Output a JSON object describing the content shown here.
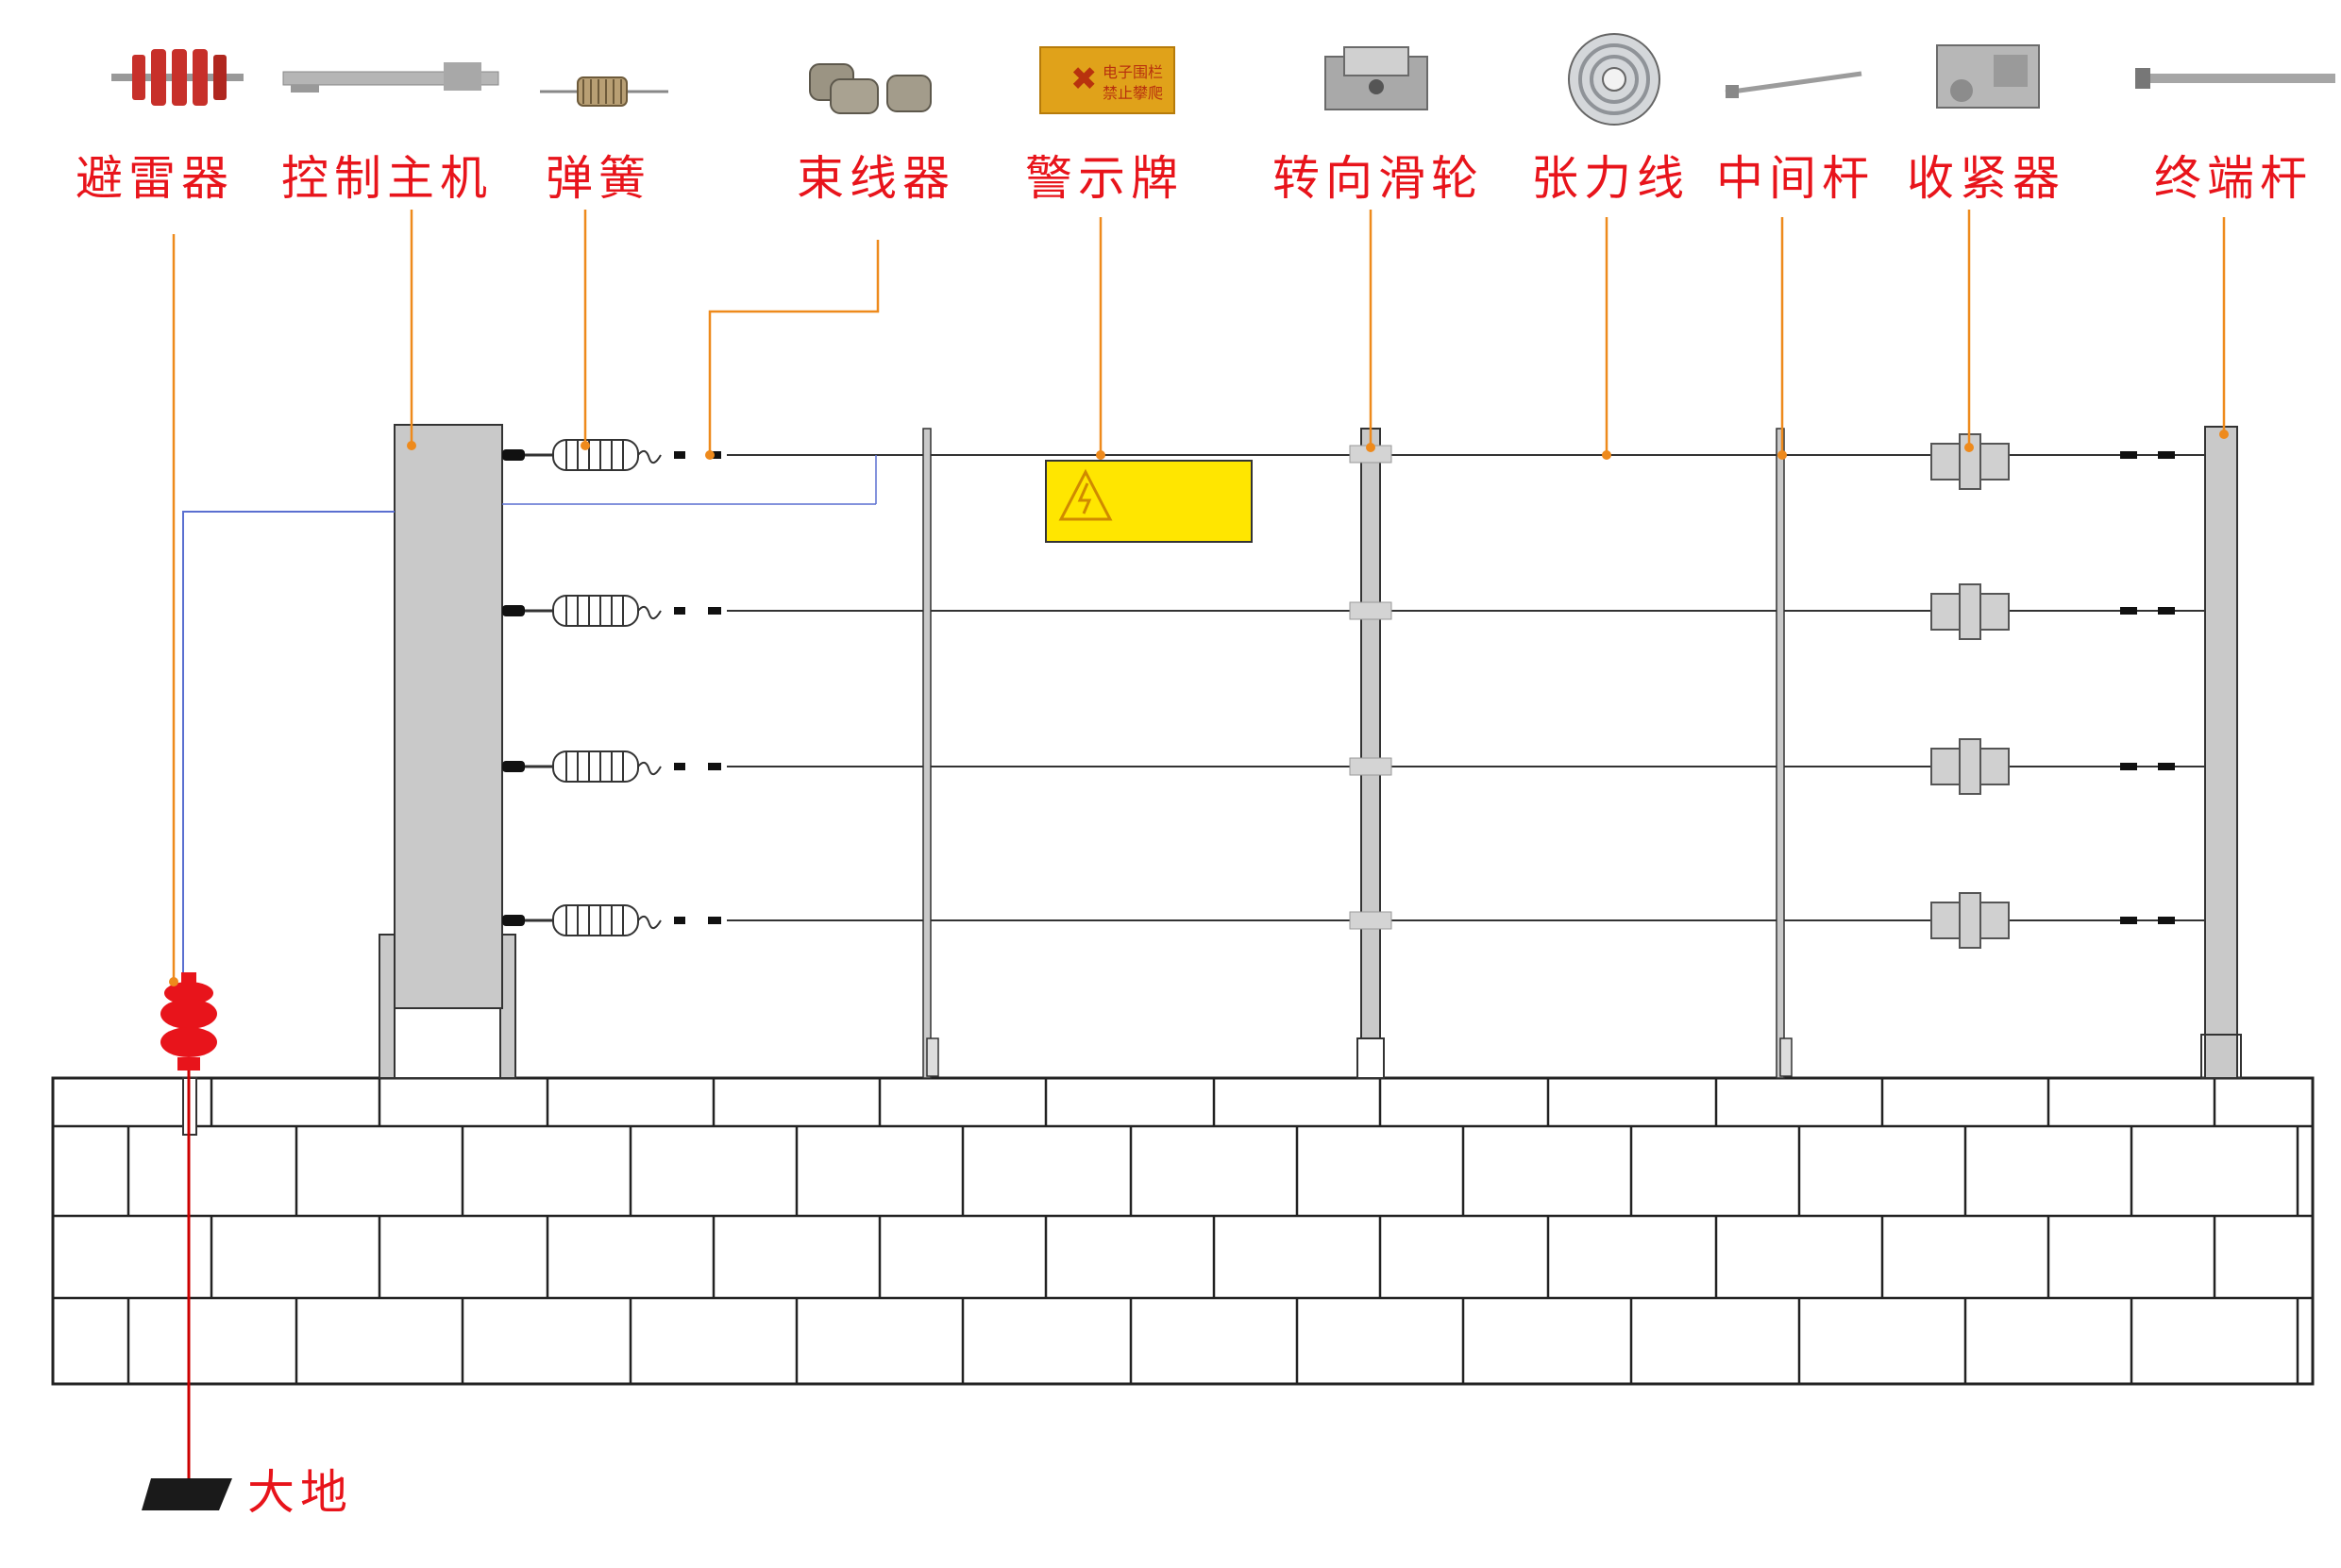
{
  "components": [
    {
      "id": "arrester",
      "label": "避雷器",
      "icon": "lightning-arrester-icon"
    },
    {
      "id": "controller",
      "label": "控制主机",
      "icon": "controller-bar-icon"
    },
    {
      "id": "spring",
      "label": "弹簧",
      "icon": "spring-icon"
    },
    {
      "id": "binder",
      "label": "束线器",
      "icon": "wire-clamp-icon"
    },
    {
      "id": "sign",
      "label": "警示牌",
      "icon": "warning-sign-icon"
    },
    {
      "id": "pulley",
      "label": "转向滑轮",
      "icon": "pulley-icon"
    },
    {
      "id": "wire",
      "label": "张力线",
      "icon": "wire-coil-icon"
    },
    {
      "id": "mid_post",
      "label": "中间杆",
      "icon": "middle-post-icon"
    },
    {
      "id": "tightener",
      "label": "收紧器",
      "icon": "tightener-icon"
    },
    {
      "id": "end_post",
      "label": "终端杆",
      "icon": "end-post-icon"
    }
  ],
  "ground_label": "大地",
  "sign_text": {
    "line1": "电子围栏",
    "line2": "禁止攀爬"
  },
  "colors": {
    "label": "#e8141b",
    "leader": "#ee8a1c",
    "ground_wire": "#cc0000",
    "arrester_wire": "#5a6fd0",
    "warning_yellow": "#ffe600",
    "post_gray": "#c9c9c9"
  }
}
